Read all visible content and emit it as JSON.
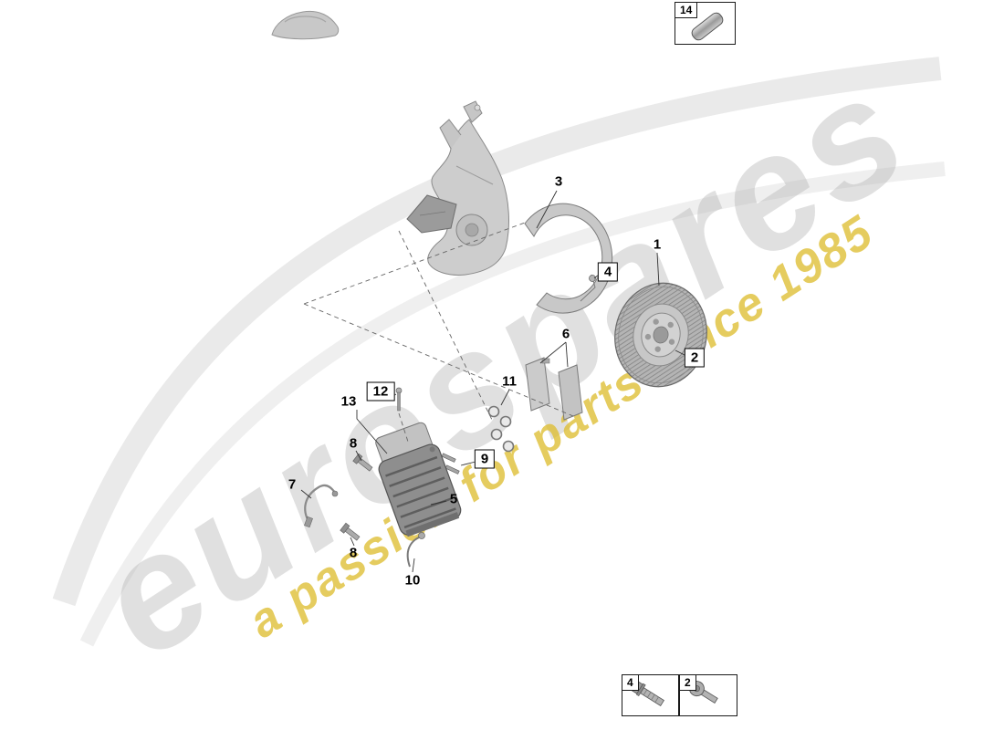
{
  "watermark": {
    "brand": "eurospares",
    "tagline": "a passion for parts since 1985"
  },
  "callouts": {
    "c1": {
      "label": "1"
    },
    "c2": {
      "label": "2"
    },
    "c3": {
      "label": "3"
    },
    "c4": {
      "label": "4"
    },
    "c5": {
      "label": "5"
    },
    "c6": {
      "label": "6"
    },
    "c7": {
      "label": "7"
    },
    "c8a": {
      "label": "8"
    },
    "c8b": {
      "label": "8"
    },
    "c9": {
      "label": "9"
    },
    "c10": {
      "label": "10"
    },
    "c11": {
      "label": "11"
    },
    "c12": {
      "label": "12"
    },
    "c13": {
      "label": "13"
    }
  },
  "insets": {
    "top_right": {
      "label": "14"
    },
    "bottom_bolt": {
      "label": "4"
    },
    "bottom_screw": {
      "label": "2"
    }
  },
  "colors": {
    "watermark_gray": "#b2b2b2",
    "watermark_yellow": "#debe32",
    "part_gray": "#c9c9c9",
    "dark_gray": "#8e8e8e",
    "line": "#333333"
  }
}
